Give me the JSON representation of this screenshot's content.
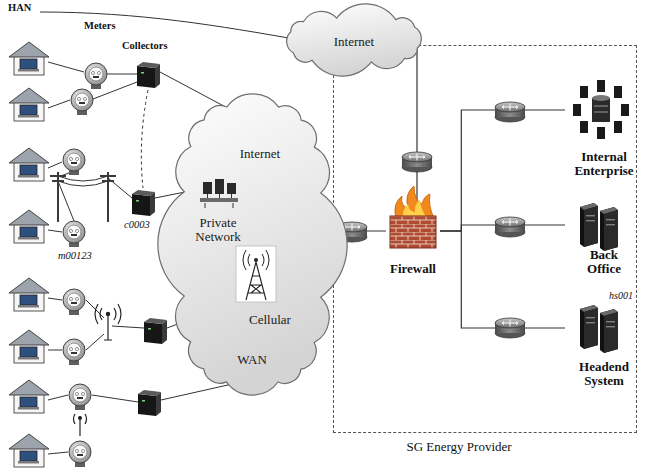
{
  "diagram": {
    "nodes": [
      {
        "text": [
          "Internet"
        ]
      },
      {
        "text": [
          "Internet",
          "Private Network",
          "Cellular",
          "WAN"
        ]
      },
      {
        "text": [
          "SG Energy Provider"
        ]
      },
      {
        "text": [
          "Firewall"
        ],
        "in": 2
      },
      {
        "text": [
          "Internal Enterprise"
        ],
        "in": 2
      },
      {
        "text": [
          "Back Office"
        ],
        "in": 2
      },
      {
        "text": [
          "hs001",
          "Headend System"
        ],
        "in": 2
      }
    ],
    "edges": [
      {
        "from": 0,
        "to": 3,
        "arrow": "none"
      },
      {
        "from": 1,
        "to": 3,
        "arrow": "none"
      },
      {
        "from": 3,
        "to": 4,
        "arrow": "none"
      },
      {
        "from": 3,
        "to": 5,
        "arrow": "none"
      },
      {
        "from": 3,
        "to": 6,
        "arrow": "none"
      }
    ],
    "labels": [
      "HAN",
      "Meters",
      "Collectors",
      "c0003",
      "m00123"
    ]
  }
}
